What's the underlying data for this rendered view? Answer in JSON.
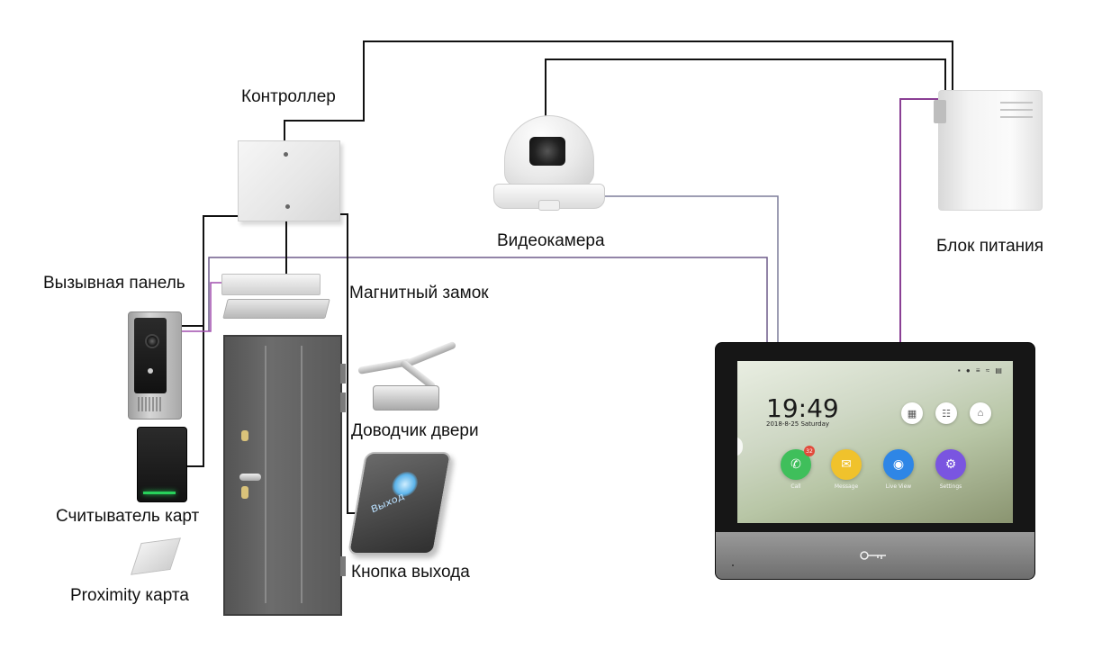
{
  "labels": {
    "controller": "Контроллер",
    "camera": "Видеокамера",
    "power_supply": "Блок питания",
    "call_panel": "Вызывная панель",
    "magnetic_lock": "Магнитный замок",
    "door_closer": "Доводчик двери",
    "card_reader": "Считыватель карт",
    "exit_button": "Кнопка выхода",
    "proximity_card": "Proximity карта"
  },
  "exit_button_text": "Выход",
  "monitor": {
    "time": "19:49",
    "date": "2018-8-25  Saturday",
    "apps": [
      {
        "label": "Call",
        "icon": "phone-icon",
        "color": "#3fbf5b",
        "badge": "32"
      },
      {
        "label": "Message",
        "icon": "envelope-icon",
        "color": "#f0c22c"
      },
      {
        "label": "Live View",
        "icon": "eye-icon",
        "color": "#2e86e6"
      },
      {
        "label": "Settings",
        "icon": "gear-icon",
        "color": "#7a55e0"
      }
    ]
  },
  "colors": {
    "wire_black": "#111111",
    "wire_purple": "#7a3f8c",
    "wire_gray": "#7d7d9a"
  }
}
